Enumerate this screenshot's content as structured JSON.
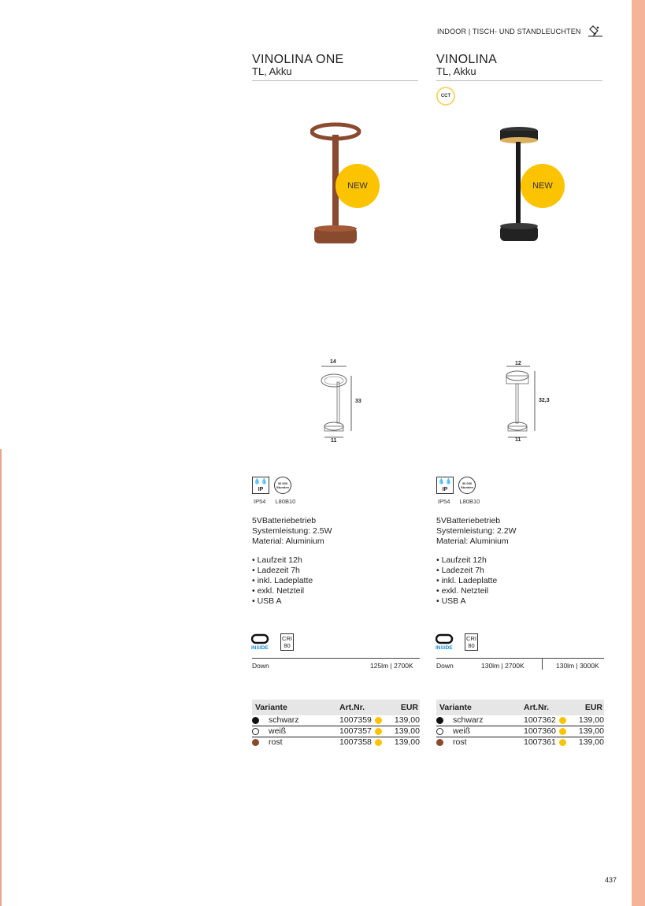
{
  "header": {
    "category": "INDOOR | TISCH- UND STANDLEUCHTEN",
    "icon": "pen-icon"
  },
  "page_number": "437",
  "colors": {
    "accent_stripe": "#f5b39a",
    "new_badge": "#fcc300",
    "rost": "#8a4a2e",
    "schwarz": "#111111",
    "weiss": "#ffffff"
  },
  "products": [
    {
      "title": "VINOLINA ONE",
      "subtitle": "TL, Akku",
      "badge": "NEW",
      "dims": {
        "top": "14",
        "height": "33",
        "base": "11"
      },
      "icon_labels": {
        "ip": "IP54",
        "lifetime": "L80B10"
      },
      "ip_icon_text": "IP",
      "hours_icon_text": "30 000 Stunden",
      "specs": [
        "5VBatteriebetrieb",
        "Systemleistung: 2.5W",
        "Material: Aluminium"
      ],
      "features": [
        "Laufzeit 12h",
        "Ladezeit 7h",
        "inkl. Ladeplatte",
        "exkl. Netzteil",
        "USB A"
      ],
      "led_label": "INSIDE",
      "cri": {
        "label": "CRI",
        "value": "80"
      },
      "lumen": {
        "direction": "Down",
        "value1": "125lm | 2700K",
        "value2": ""
      },
      "table": {
        "headers": [
          "Variante",
          "Art.Nr.",
          "EUR"
        ],
        "rows": [
          {
            "variant": "schwarz",
            "art": "1007359",
            "price": "139,00",
            "dot": "#111111"
          },
          {
            "variant": "weiß",
            "art": "1007357",
            "price": "139,00",
            "dot": "#ffffff"
          },
          {
            "variant": "rost",
            "art": "1007358",
            "price": "139,00",
            "dot": "#8a4a2e"
          }
        ]
      }
    },
    {
      "title": "VINOLINA",
      "subtitle": "TL, Akku",
      "cct": "CCT",
      "badge": "NEW",
      "dims": {
        "top": "12",
        "height": "32,3",
        "base": "11"
      },
      "icon_labels": {
        "ip": "IP54",
        "lifetime": "L80B10"
      },
      "ip_icon_text": "IP",
      "hours_icon_text": "30 000 Stunden",
      "specs": [
        "5VBatteriebetrieb",
        "Systemleistung: 2.2W",
        "Material: Aluminium"
      ],
      "features": [
        "Laufzeit 12h",
        "Ladezeit 7h",
        "inkl. Ladeplatte",
        "exkl. Netzteil",
        "USB A"
      ],
      "led_label": "INSIDE",
      "cri": {
        "label": "CRI",
        "value": "80"
      },
      "lumen": {
        "direction": "Down",
        "value1": "130lm | 2700K",
        "value2": "130lm | 3000K"
      },
      "table": {
        "headers": [
          "Variante",
          "Art.Nr.",
          "EUR"
        ],
        "rows": [
          {
            "variant": "schwarz",
            "art": "1007362",
            "price": "139,00",
            "dot": "#111111"
          },
          {
            "variant": "weiß",
            "art": "1007360",
            "price": "139,00",
            "dot": "#ffffff"
          },
          {
            "variant": "rost",
            "art": "1007361",
            "price": "139,00",
            "dot": "#8a4a2e"
          }
        ]
      }
    }
  ]
}
